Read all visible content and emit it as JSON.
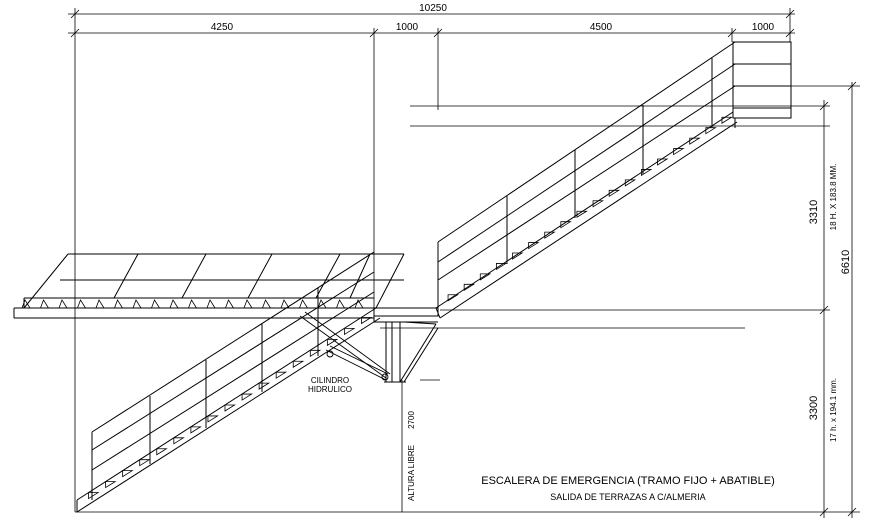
{
  "dimensions": {
    "total_width": "10250",
    "segment_1": "4250",
    "segment_2": "1000",
    "segment_3": "4500",
    "segment_4": "1000",
    "upper_rise": "3310",
    "upper_steps": "18 H. X 183.8 MM.",
    "total_height": "6610",
    "lower_rise": "3300",
    "lower_steps": "17 h. x 194.1 mm.",
    "clear_height_label": "ALTURA LIBRE",
    "clear_height_value": "2700"
  },
  "annotations": {
    "cylinder_line1": "CILINDRO",
    "cylinder_line2": "HIDRULICO"
  },
  "title": {
    "main": "ESCALERA DE EMERGENCIA (TRAMO FIJO + ABATIBLE)",
    "sub": "SALIDA DE TERRAZAS A C/ALMERIA"
  }
}
